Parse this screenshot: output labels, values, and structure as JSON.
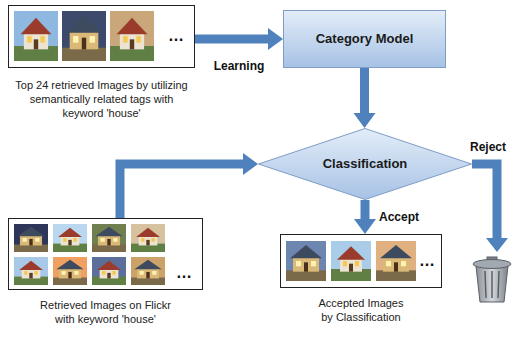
{
  "diagram": {
    "nodes": [
      {
        "text": [
          "…",
          "Top 24 retrieved Images by utilizing semantically related tags with keyword 'house'"
        ]
      },
      {
        "text": [
          "Category Model"
        ]
      },
      {
        "text": [
          "Classification"
        ]
      },
      {
        "text": [
          "…",
          "Retrieved Images on Flickr with keyword 'house'"
        ]
      },
      {
        "text": [
          "…",
          "Accepted Images by Classification"
        ]
      }
    ],
    "edges": [
      {
        "from": 0,
        "to": 1,
        "arrow": "to",
        "label": "Learning"
      },
      {
        "from": 1,
        "to": 2,
        "arrow": "to"
      },
      {
        "from": 3,
        "to": 2,
        "arrow": "to"
      },
      {
        "from": 2,
        "to": 4,
        "arrow": "to",
        "label": "Accept"
      }
    ],
    "labels": [
      "Reject"
    ]
  }
}
